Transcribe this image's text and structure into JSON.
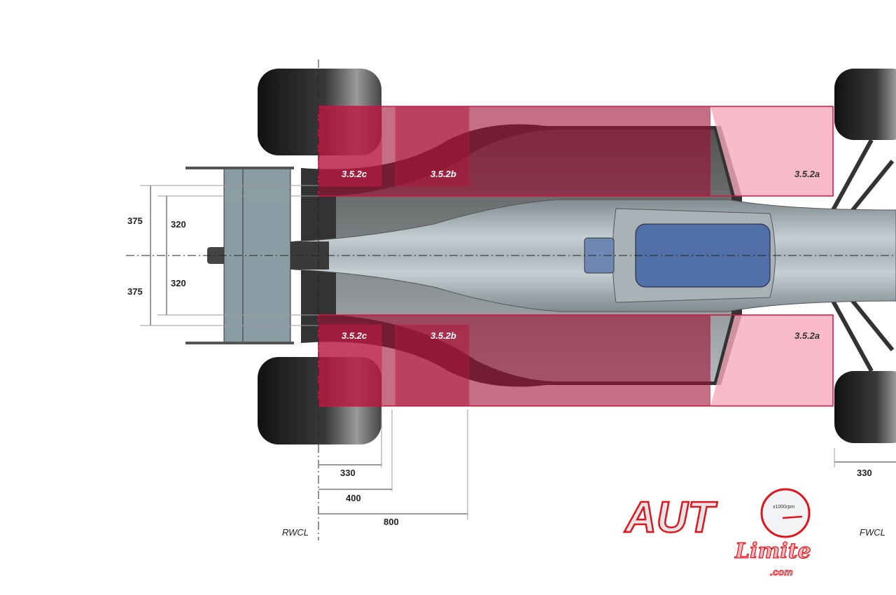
{
  "zones": {
    "rear_c": "3.5.2c",
    "rear_b": "3.5.2b",
    "front_a": "3.5.2a"
  },
  "dimensions": {
    "wing_outer_top": "375",
    "wing_inner_top": "320",
    "wing_outer_bottom": "375",
    "wing_inner_bottom": "320",
    "rear_330": "330",
    "rear_400": "400",
    "rear_800": "800",
    "front_330": "330"
  },
  "centerlines": {
    "rear": "RWCL",
    "front": "FWCL"
  },
  "logo": {
    "text": "AUTO Limite .com",
    "gauge_label": "x1000rpm"
  },
  "colors": {
    "zone_dark": "#b0163a",
    "zone_light": "#f7a9bb",
    "body": "#9aa7ad",
    "cockpit": "#4f6fa6"
  }
}
